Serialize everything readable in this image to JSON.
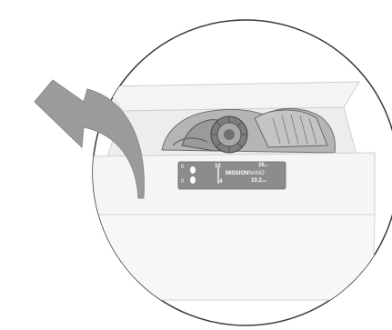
{
  "illustration": {
    "arrow_direction": "up-left",
    "arrow_icon": "curved-arrow-icon",
    "product_image": "ski-boot-icon",
    "colors": {
      "arrow": "#9b9b9b",
      "circle_border": "#3a3a3a",
      "box": "#f2f2f2",
      "box_lines": "#c8c8c8",
      "label_plate": "#8c8c8c",
      "label_text": "#ffffff"
    }
  },
  "label": {
    "top_left": "0",
    "bottom_left": "0",
    "top_mid": "10",
    "bottom_mid": "4",
    "top_right": "26",
    "top_right_unit": "cm",
    "bottom_right": "10.2",
    "bottom_right_unit": "inch",
    "brand": "MISSION",
    "model": "NANO"
  }
}
